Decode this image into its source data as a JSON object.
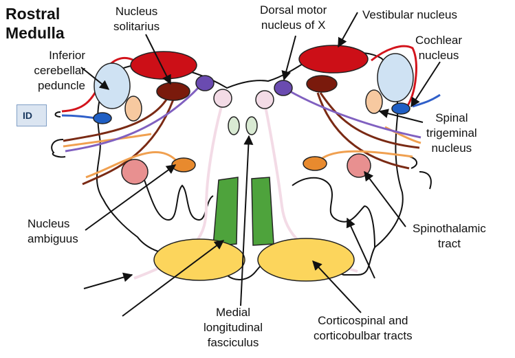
{
  "title": "Rostral\nMedulla",
  "id_badge": "ID",
  "labels": {
    "nucleus_solitarius": "Nucleus\nsolitarius",
    "dorsal_motor_nucleus": "Dorsal motor\nnucleus of X",
    "vestibular_nucleus": "Vestibular nucleus",
    "inferior_cerebellar_peduncle": "Inferior\ncerebellar\npeduncle",
    "cochlear_nucleus": "Cochlear\nnucleus",
    "spinal_trigeminal_nucleus": "Spinal\ntrigeminal\nnucleus",
    "nucleus_ambiguus": "Nucleus\nambiguus",
    "spinothalamic_tract": "Spinothalamic\ntract",
    "medial_longitudinal_fasciculus": "Medial\nlongitudinal\nfasciculus",
    "corticospinal_tracts": "Corticospinal and\ncorticobulbar tracts"
  },
  "colors": {
    "vestibular": "#cc0f17",
    "solitarius": "#7a1a0c",
    "dorsal_motor": "#6a4bb0",
    "icp": "#cfe2f3",
    "cochlear": "#1f5fc4",
    "trigeminal": "#f7c9a0",
    "ambiguus": "#e88a2e",
    "spinothalamic": "#e89090",
    "mlf": "#d9ead3",
    "pyramid_green": "#4ea33c",
    "corticospinal": "#fcd55c",
    "hypoglossal_pink": "#f3dbe6",
    "tract_red": "#d3141c",
    "tract_blue": "#2f5fc9",
    "tract_brown": "#7a2a14",
    "tract_orange": "#f0a050",
    "tract_purple": "#8060c0"
  }
}
